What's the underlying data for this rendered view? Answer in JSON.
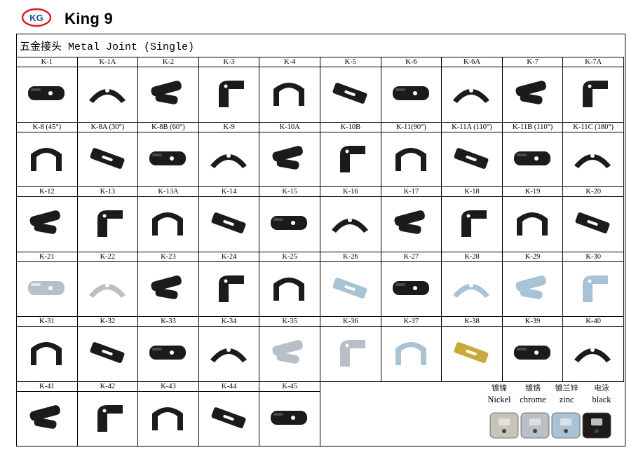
{
  "header": {
    "brand": "King 9",
    "logo_text": "KG"
  },
  "section_title": "五金接头 Metal Joint (Single)",
  "products": [
    {
      "code": "K-1",
      "finish": "black"
    },
    {
      "code": "K-1A",
      "finish": "black"
    },
    {
      "code": "K-2",
      "finish": "black"
    },
    {
      "code": "K-3",
      "finish": "black"
    },
    {
      "code": "K-4",
      "finish": "black"
    },
    {
      "code": "K-5",
      "finish": "black"
    },
    {
      "code": "K-6",
      "finish": "black"
    },
    {
      "code": "K-6A",
      "finish": "black"
    },
    {
      "code": "K-7",
      "finish": "black"
    },
    {
      "code": "K-7A",
      "finish": "black"
    },
    {
      "code": "K-8 (45°)",
      "finish": "black"
    },
    {
      "code": "K-8A (30°)",
      "finish": "black"
    },
    {
      "code": "K-8B (60°)",
      "finish": "black"
    },
    {
      "code": "K-9",
      "finish": "black"
    },
    {
      "code": "K-10A",
      "finish": "black"
    },
    {
      "code": "K-10B",
      "finish": "black"
    },
    {
      "code": "K-11(90°)",
      "finish": "black"
    },
    {
      "code": "K-11A (110°)",
      "finish": "black"
    },
    {
      "code": "K-11B (110°)",
      "finish": "black"
    },
    {
      "code": "K-11C (180°)",
      "finish": "black"
    },
    {
      "code": "K-12",
      "finish": "black"
    },
    {
      "code": "K-13",
      "finish": "black"
    },
    {
      "code": "K-13A",
      "finish": "black"
    },
    {
      "code": "K-14",
      "finish": "black"
    },
    {
      "code": "K-15",
      "finish": "black"
    },
    {
      "code": "K-16",
      "finish": "black"
    },
    {
      "code": "K-17",
      "finish": "black"
    },
    {
      "code": "K-18",
      "finish": "black"
    },
    {
      "code": "K-19",
      "finish": "black"
    },
    {
      "code": "K-20",
      "finish": "black"
    },
    {
      "code": "K-21",
      "finish": "chrome"
    },
    {
      "code": "K-22",
      "finish": "chrome"
    },
    {
      "code": "K-23",
      "finish": "black"
    },
    {
      "code": "K-24",
      "finish": "black"
    },
    {
      "code": "K-25",
      "finish": "black"
    },
    {
      "code": "K-26",
      "finish": "zinc"
    },
    {
      "code": "K-27",
      "finish": "black"
    },
    {
      "code": "K-28",
      "finish": "zinc"
    },
    {
      "code": "K-29",
      "finish": "zinc"
    },
    {
      "code": "K-30",
      "finish": "zinc"
    },
    {
      "code": "K-31",
      "finish": "black"
    },
    {
      "code": "K-32",
      "finish": "black"
    },
    {
      "code": "K-33",
      "finish": "black"
    },
    {
      "code": "K-34",
      "finish": "black"
    },
    {
      "code": "K-35",
      "finish": "chrome"
    },
    {
      "code": "K-36",
      "finish": "chrome"
    },
    {
      "code": "K-37",
      "finish": "zinc"
    },
    {
      "code": "K-38",
      "finish": "yellow"
    },
    {
      "code": "K-39",
      "finish": "black"
    },
    {
      "code": "K-40",
      "finish": "black"
    },
    {
      "code": "K-41",
      "finish": "black"
    },
    {
      "code": "K-42",
      "finish": "black"
    },
    {
      "code": "K-43",
      "finish": "black"
    },
    {
      "code": "K-44",
      "finish": "black"
    },
    {
      "code": "K-45",
      "finish": "black"
    }
  ],
  "finishes": [
    {
      "cn": "镀镍",
      "en": "Nickel"
    },
    {
      "cn": "镀铬",
      "en": "chrome"
    },
    {
      "cn": "镀兰锌",
      "en": "zinc"
    },
    {
      "cn": "电泳",
      "en": "black"
    }
  ],
  "colors": {
    "black": "#1b1b1b",
    "chrome": "#b9bfc6",
    "zinc": "#a9c3d6",
    "yellow": "#c9a93b",
    "nickel": "#c7c4b8",
    "logo_red": "#d21f26",
    "logo_blue": "#2b4aa0"
  }
}
